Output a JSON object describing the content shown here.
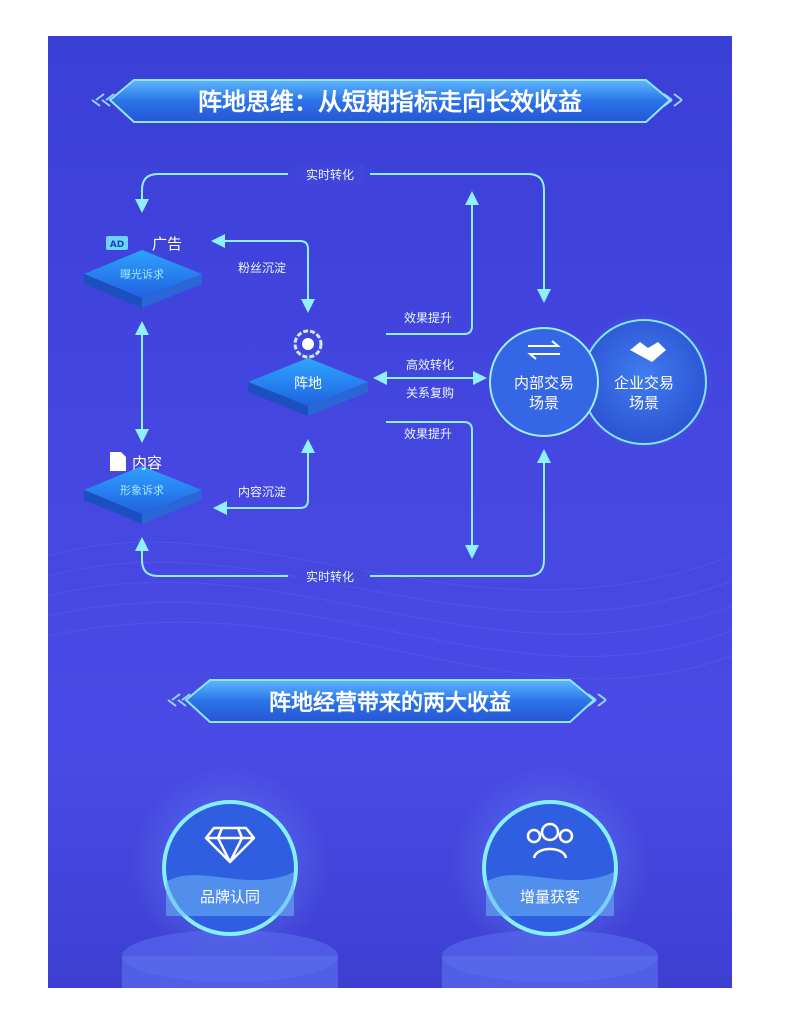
{
  "header1": {
    "title": "阵地思维：从短期指标走向长效收益"
  },
  "header2": {
    "title": "阵地经营带来的两大收益"
  },
  "nodes": {
    "ad": {
      "badge": "AD",
      "title": "广告",
      "sub": "曝光诉求"
    },
    "content": {
      "title": "内容",
      "sub": "形象诉求"
    },
    "base": {
      "title": "阵地"
    },
    "internal": {
      "line1": "内部交易",
      "line2": "场景"
    },
    "enterprise": {
      "line1": "企业交易",
      "line2": "场景"
    }
  },
  "arrows": {
    "top": "实时转化",
    "bottom": "实时转化",
    "fans": "粉丝沉淀",
    "content_settle": "内容沉淀",
    "effect_up_top": "效果提升",
    "effect_up_bottom": "效果提升",
    "conv1": "高效转化",
    "conv2": "关系复购"
  },
  "benefits": [
    {
      "label": "品牌认同",
      "icon": "diamond-icon"
    },
    {
      "label": "增量获客",
      "icon": "users-icon"
    }
  ],
  "colors": {
    "bg": "#4447dd",
    "accent": "#7fe7ff",
    "node": "#2f8cf0"
  }
}
